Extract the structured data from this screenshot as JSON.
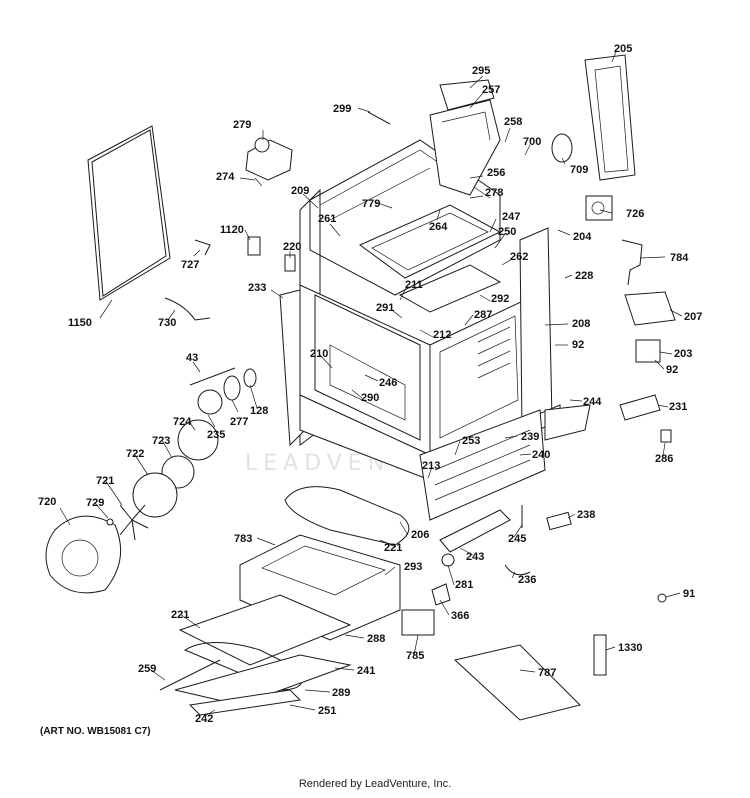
{
  "art_number": "(ART NO. WB15081 C7)",
  "footer": "Rendered by LeadVenture, Inc.",
  "watermark": "LEADVENTURE",
  "parts": [
    {
      "label": "295"
    },
    {
      "label": "257"
    },
    {
      "label": "205"
    },
    {
      "label": "299"
    },
    {
      "label": "258"
    },
    {
      "label": "700"
    },
    {
      "label": "709"
    },
    {
      "label": "279"
    },
    {
      "label": "256"
    },
    {
      "label": "278"
    },
    {
      "label": "274"
    },
    {
      "label": "209"
    },
    {
      "label": "779"
    },
    {
      "label": "726"
    },
    {
      "label": "261"
    },
    {
      "label": "264"
    },
    {
      "label": "247"
    },
    {
      "label": "1120"
    },
    {
      "label": "250"
    },
    {
      "label": "204"
    },
    {
      "label": "220"
    },
    {
      "label": "262"
    },
    {
      "label": "784"
    },
    {
      "label": "727"
    },
    {
      "label": "228"
    },
    {
      "label": "211"
    },
    {
      "label": "233"
    },
    {
      "label": "292"
    },
    {
      "label": "207"
    },
    {
      "label": "291"
    },
    {
      "label": "287"
    },
    {
      "label": "208"
    },
    {
      "label": "1150"
    },
    {
      "label": "730"
    },
    {
      "label": "212"
    },
    {
      "label": "92"
    },
    {
      "label": "203"
    },
    {
      "label": "43"
    },
    {
      "label": "210"
    },
    {
      "label": "92"
    },
    {
      "label": "246"
    },
    {
      "label": "277"
    },
    {
      "label": "128"
    },
    {
      "label": "290"
    },
    {
      "label": "244"
    },
    {
      "label": "231"
    },
    {
      "label": "235"
    },
    {
      "label": "724"
    },
    {
      "label": "239"
    },
    {
      "label": "723"
    },
    {
      "label": "253"
    },
    {
      "label": "240"
    },
    {
      "label": "286"
    },
    {
      "label": "722"
    },
    {
      "label": "213"
    },
    {
      "label": "721"
    },
    {
      "label": "720"
    },
    {
      "label": "729"
    },
    {
      "label": "238"
    },
    {
      "label": "206"
    },
    {
      "label": "245"
    },
    {
      "label": "783"
    },
    {
      "label": "221"
    },
    {
      "label": "293"
    },
    {
      "label": "243"
    },
    {
      "label": "236"
    },
    {
      "label": "281"
    },
    {
      "label": "91"
    },
    {
      "label": "221"
    },
    {
      "label": "366"
    },
    {
      "label": "288"
    },
    {
      "label": "785"
    },
    {
      "label": "1330"
    },
    {
      "label": "259"
    },
    {
      "label": "241"
    },
    {
      "label": "787"
    },
    {
      "label": "289"
    },
    {
      "label": "242"
    },
    {
      "label": "251"
    }
  ]
}
